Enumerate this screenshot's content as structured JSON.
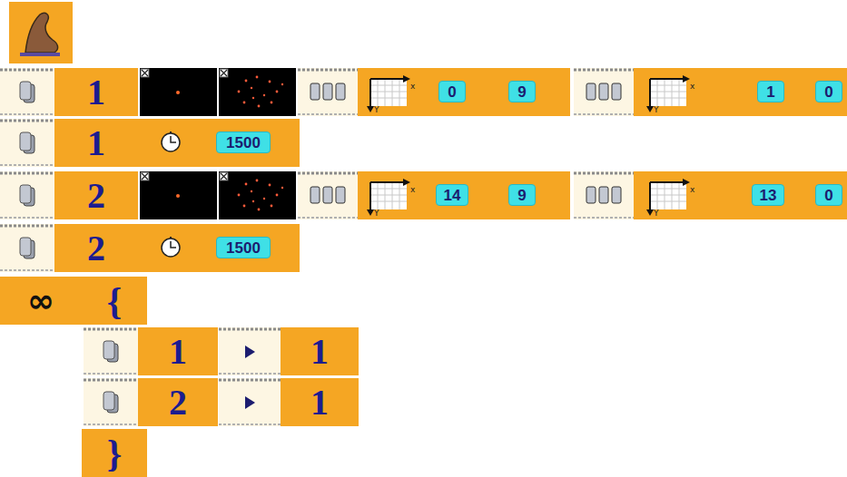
{
  "diagram": {
    "nodes": [
      {
        "text": [
          "1"
        ]
      },
      {
        "text": [
          "0"
        ]
      },
      {
        "text": [
          "9"
        ]
      },
      {
        "text": [
          "1"
        ]
      },
      {
        "text": [
          "0"
        ]
      },
      {
        "text": [
          "1"
        ]
      },
      {
        "text": [
          "1500"
        ]
      },
      {
        "text": [
          "2"
        ]
      },
      {
        "text": [
          "14"
        ]
      },
      {
        "text": [
          "9"
        ]
      },
      {
        "text": [
          "13"
        ]
      },
      {
        "text": [
          "0"
        ]
      },
      {
        "text": [
          "2"
        ]
      },
      {
        "text": [
          "1500"
        ]
      },
      {
        "text": [
          "∞"
        ]
      },
      {
        "text": [
          "{"
        ]
      },
      {
        "text": [
          "1"
        ]
      },
      {
        "text": [
          "1"
        ]
      },
      {
        "text": [
          "2"
        ]
      },
      {
        "text": [
          "1"
        ]
      },
      {
        "text": [
          "}"
        ]
      }
    ],
    "labels": [
      "x",
      "Y",
      "x",
      "Y",
      "x",
      "Y",
      "x",
      "Y"
    ]
  }
}
